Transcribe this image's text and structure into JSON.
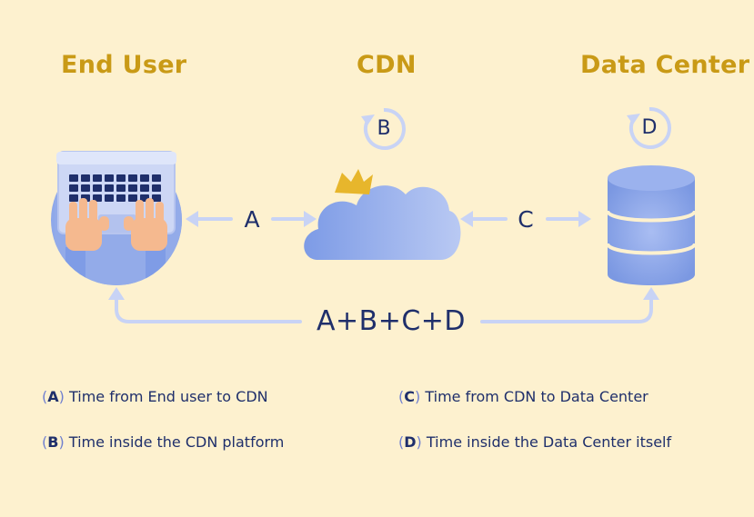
{
  "headings": {
    "end_user": "End User",
    "cdn": "CDN",
    "data_center": "Data Center"
  },
  "badges": {
    "cdn": "B",
    "data_center": "D"
  },
  "arrows": {
    "user_to_cdn": "A",
    "cdn_to_dc": "C",
    "total": "A+B+C+D"
  },
  "legend": [
    {
      "key": "A",
      "text": "Time from End user to CDN"
    },
    {
      "key": "B",
      "text": "Time inside the CDN platform"
    },
    {
      "key": "C",
      "text": "Time from CDN to Data Center"
    },
    {
      "key": "D",
      "text": "Time inside the Data Center itself"
    }
  ],
  "colors": {
    "background": "#fdf1cf",
    "heading": "#c99a16",
    "text": "#1f2f6b",
    "arrow": "#c8d3f5",
    "blue": "#7f9ce6",
    "crown": "#e7b62c"
  },
  "icons": [
    "laptop-hands-icon",
    "cloud-icon",
    "crown-icon",
    "database-icon",
    "refresh-badge-icon"
  ]
}
